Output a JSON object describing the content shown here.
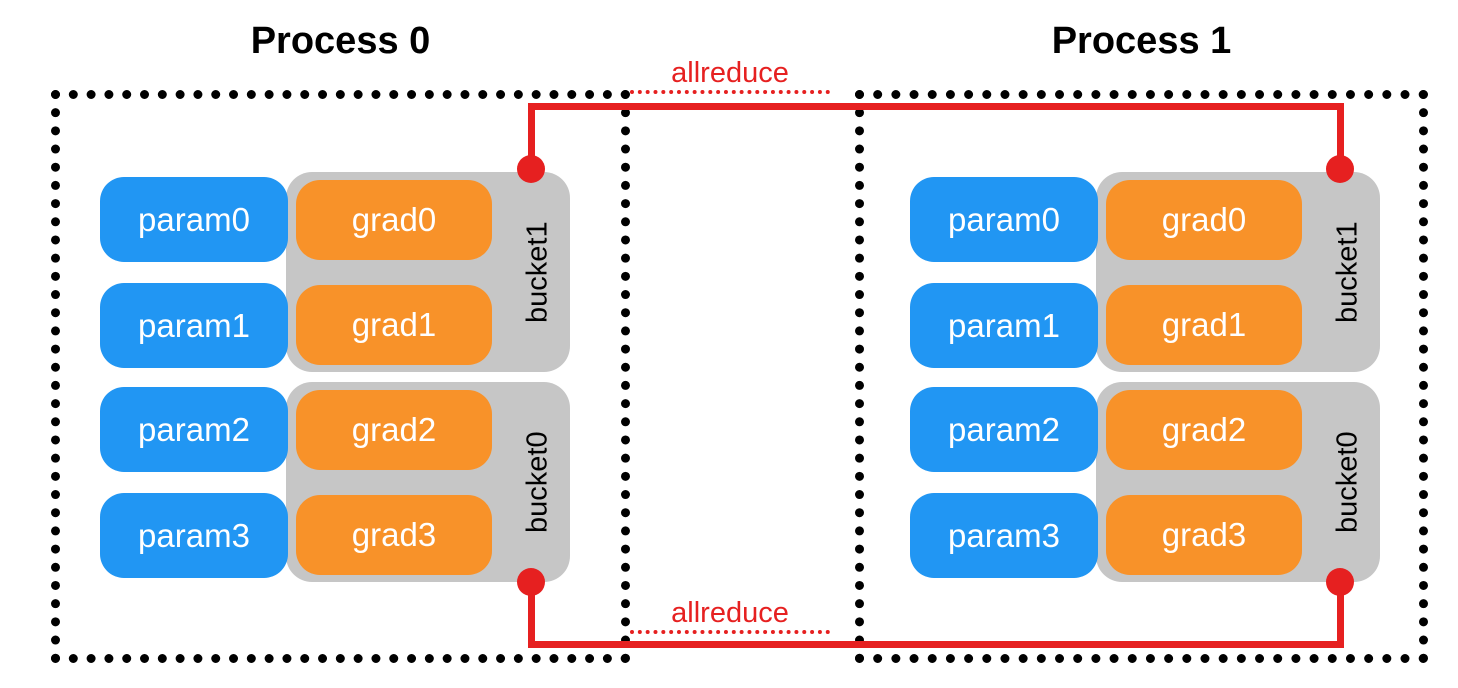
{
  "diagram": {
    "title_hidden": "PyTorch DistributedDataParallel gradient bucketing and allreduce",
    "processes": [
      {
        "name": "Process 0",
        "buckets": [
          {
            "label": "bucket1",
            "rows": [
              {
                "param": "param0",
                "grad": "grad0"
              },
              {
                "param": "param1",
                "grad": "grad1"
              }
            ]
          },
          {
            "label": "bucket0",
            "rows": [
              {
                "param": "param2",
                "grad": "grad2"
              },
              {
                "param": "param3",
                "grad": "grad3"
              }
            ]
          }
        ]
      },
      {
        "name": "Process 1",
        "buckets": [
          {
            "label": "bucket1",
            "rows": [
              {
                "param": "param0",
                "grad": "grad0"
              },
              {
                "param": "param1",
                "grad": "grad1"
              }
            ]
          },
          {
            "label": "bucket0",
            "rows": [
              {
                "param": "param2",
                "grad": "grad2"
              },
              {
                "param": "param3",
                "grad": "grad3"
              }
            ]
          }
        ]
      }
    ],
    "connections": [
      {
        "label": "allreduce",
        "position": "top",
        "from": "process0.bucket1",
        "to": "process1.bucket1"
      },
      {
        "label": "allreduce",
        "position": "bottom",
        "from": "process0.bucket0",
        "to": "process1.bucket0"
      }
    ],
    "colors": {
      "param": "#2196f3",
      "grad": "#f89229",
      "bucket": "#c6c6c6",
      "allreduce": "#e62020",
      "border": "#000000",
      "background": "#ffffff",
      "label_text": "#ffffff"
    }
  }
}
